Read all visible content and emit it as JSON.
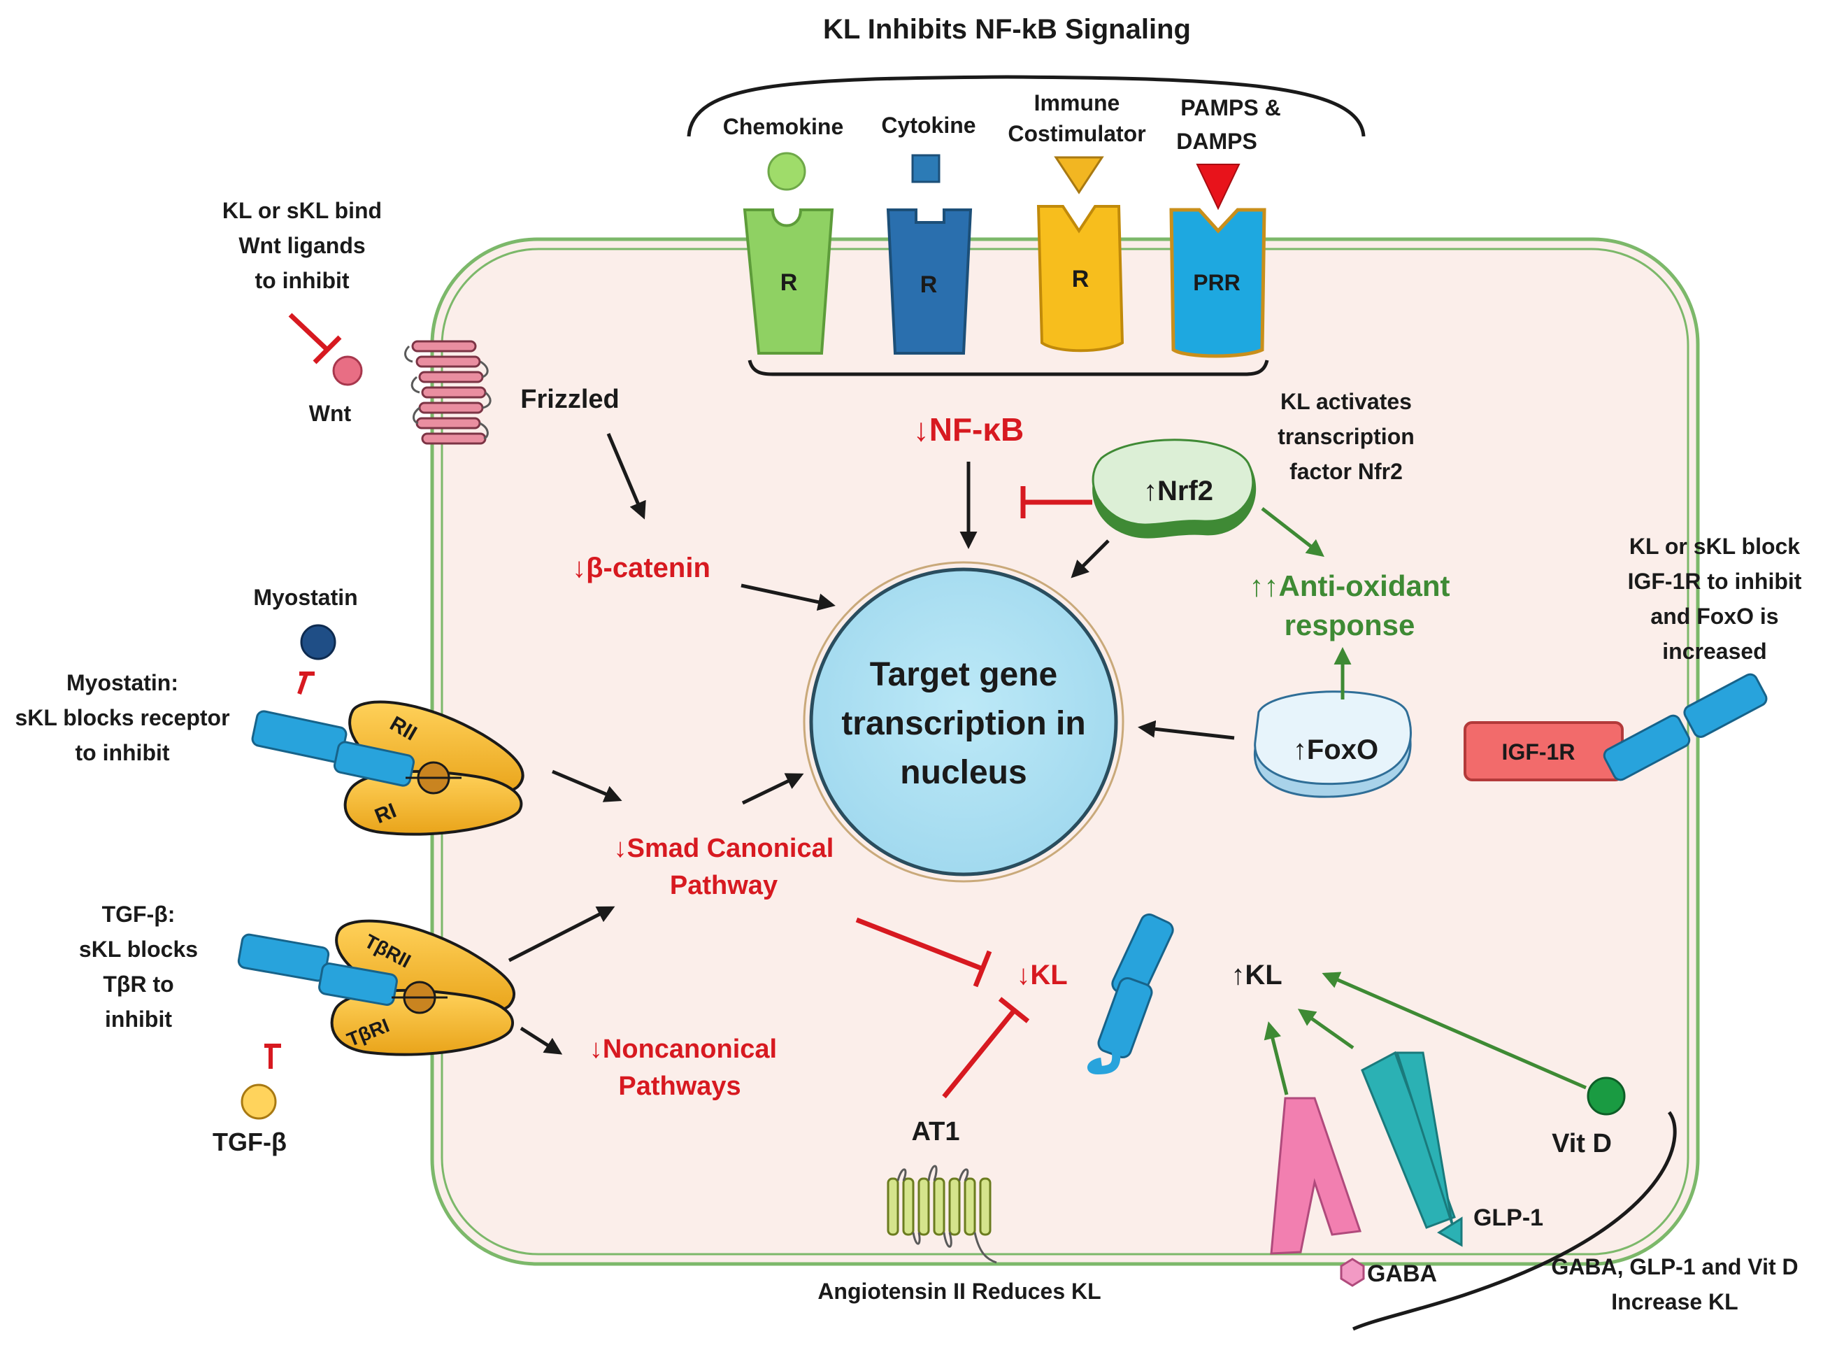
{
  "title": "KL Inhibits NF-kB Signaling",
  "receptors": {
    "chemokine": "Chemokine",
    "cytokine": "Cytokine",
    "immune_line1": "Immune",
    "immune_line2": "Costimulator",
    "pamps_line1": "PAMPS &",
    "pamps_line2": "DAMPS",
    "r1": "R",
    "r2": "R",
    "r3": "R",
    "prr": "PRR"
  },
  "wnt": {
    "note_line1": "KL or sKL bind",
    "note_line2": "Wnt ligands",
    "note_line3": "to inhibit",
    "ligand": "Wnt",
    "receptor": "Frizzled"
  },
  "nucleus": {
    "line1": "Target gene",
    "line2": "transcription in",
    "line3": "nucleus"
  },
  "nfkb": "↓NF-κB",
  "beta_catenin": "↓β-catenin",
  "nrf2": {
    "label": "↑Nrf2",
    "note_line1": "KL activates",
    "note_line2": "transcription",
    "note_line3": "factor Nfr2"
  },
  "antioxidant": {
    "line1": "↑↑Anti-oxidant",
    "line2": "response"
  },
  "foxo": "↑FoxO",
  "igf": {
    "note_line1": "KL or sKL block",
    "note_line2": "IGF-1R to inhibit",
    "note_line3": "and FoxO is",
    "note_line4": "increased",
    "receptor": "IGF-1R"
  },
  "myostatin": {
    "ligand": "Myostatin",
    "note_line1": "Myostatin:",
    "note_line2": "sKL blocks  receptor",
    "note_line3": "to inhibit",
    "rii": "RII",
    "ri": "RI"
  },
  "smad": {
    "line1": "↓Smad Canonical",
    "line2": "Pathway"
  },
  "tgf": {
    "note_line1": "TGF-β:",
    "note_line2": "sKL blocks",
    "note_line3": "TβR to",
    "note_line4": "inhibit",
    "ligand": "TGF-β",
    "tbrii": "TβRII",
    "tbri": "TβRI"
  },
  "noncanonical": {
    "line1": "↓Noncanonical",
    "line2": "Pathways"
  },
  "kl_down": "↓KL",
  "kl_up": "↑KL",
  "at1": {
    "label": "AT1",
    "caption": "Angiotensin II Reduces KL"
  },
  "increase": {
    "vitd": "Vit D",
    "glp1": "GLP-1",
    "gaba": "GABA",
    "caption_line1": "GABA, GLP-1 and Vit D",
    "caption_line2": "Increase KL"
  },
  "colors": {
    "inhibit_red": "#d71920",
    "activate_green": "#3e8a34",
    "cell_fill": "#fbeeea",
    "membrane": "#7cb86a",
    "nucleus": "#aee1f3"
  }
}
